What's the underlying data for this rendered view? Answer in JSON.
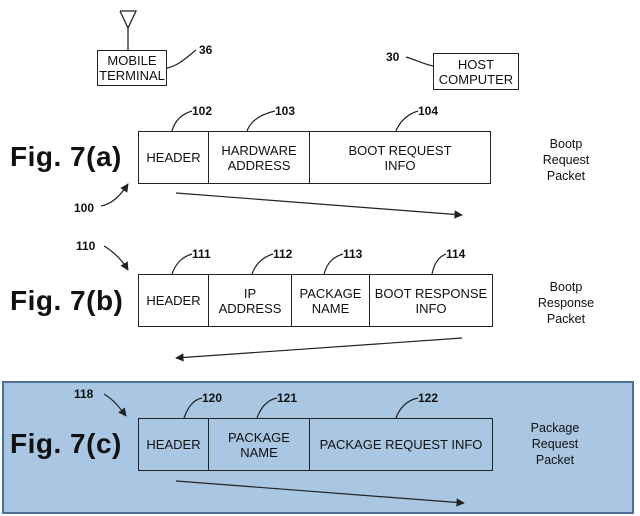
{
  "devices": {
    "mobile_terminal": {
      "label": "MOBILE\nTERMINAL",
      "ref": "36"
    },
    "host_computer": {
      "label": "HOST\nCOMPUTER",
      "ref": "30"
    }
  },
  "figures": [
    {
      "id": "a",
      "label": "Fig. 7(a)",
      "ref": "100",
      "side_label": "Bootp\nRequest\nPacket",
      "fields": [
        {
          "text": "HEADER",
          "ref": "102"
        },
        {
          "text": "HARDWARE\nADDRESS",
          "ref": "103"
        },
        {
          "text": "BOOT REQUEST\nINFO",
          "ref": "104"
        }
      ]
    },
    {
      "id": "b",
      "label": "Fig. 7(b)",
      "ref": "110",
      "side_label": "Bootp\nResponse\nPacket",
      "fields": [
        {
          "text": "HEADER",
          "ref": "111"
        },
        {
          "text": "IP\nADDRESS",
          "ref": "112"
        },
        {
          "text": "PACKAGE\nNAME",
          "ref": "113"
        },
        {
          "text": "BOOT RESPONSE\nINFO",
          "ref": "114"
        }
      ]
    },
    {
      "id": "c",
      "label": "Fig. 7(c)",
      "ref": "118",
      "side_label": "Package\nRequest\nPacket",
      "fields": [
        {
          "text": "HEADER",
          "ref": "120"
        },
        {
          "text": "PACKAGE\nNAME",
          "ref": "121"
        },
        {
          "text": "PACKAGE REQUEST INFO",
          "ref": "122"
        }
      ]
    }
  ],
  "colors": {
    "panel_highlight": "#a9c6e3",
    "panel_border": "#4b6f96",
    "line": "#222222"
  }
}
